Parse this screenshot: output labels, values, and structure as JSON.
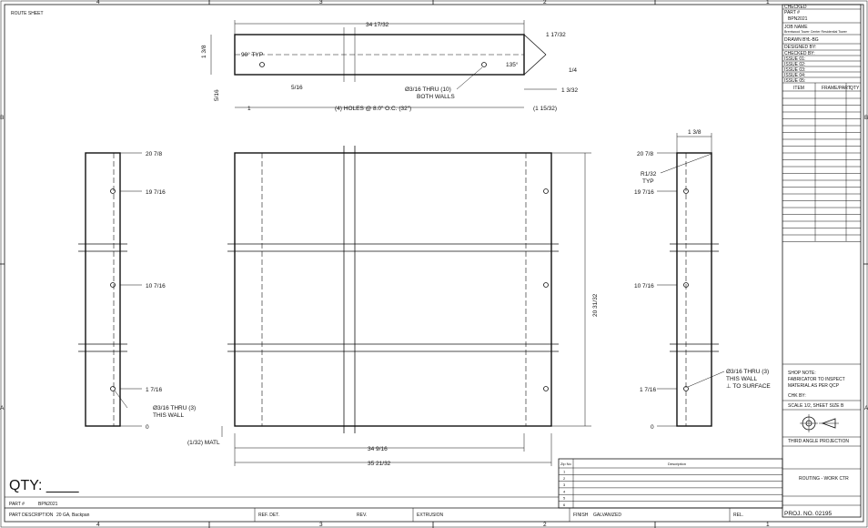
{
  "sheet_title": "ROUTE SHEET",
  "zone_numbers": [
    "4",
    "3",
    "2",
    "1"
  ],
  "zone_letters": [
    "B",
    "A"
  ],
  "top_view": {
    "overall_length": "34 17/32",
    "height": "1 3/8",
    "angle_typ": "90° TYP",
    "angle": "135°",
    "chamfer_a": "1 17/32",
    "chamfer_b": "1/4",
    "right_end": "1 3/32",
    "left_hole_dim": "5/16",
    "offset": "5/16",
    "hole_note_1": "Ø3/16 THRU (10)",
    "hole_note_2": "BOTH WALLS",
    "spacing_start": "1",
    "spacing": "(4) HOLES @ 8.0\" O.C. (32\")",
    "spacing_end": "(1 15/32)"
  },
  "left_view": {
    "dims": [
      "20 7/8",
      "19 7/16",
      "10 7/16",
      "1 7/16",
      "0"
    ],
    "hole_note_1": "Ø3/16 THRU (3)",
    "hole_note_2": "THIS WALL",
    "matl": "(1/32) MATL"
  },
  "front_view": {
    "height": "20 31/32",
    "width_inner": "34 9/16",
    "width_outer": "35 21/32"
  },
  "right_view": {
    "width": "1 3/8",
    "dims": [
      "20 7/8",
      "19 7/16",
      "10 7/16",
      "1 7/16",
      "0"
    ],
    "radius_1": "R1/32",
    "radius_2": "TYP",
    "hole_note_1": "Ø3/16 THRU (3)",
    "hole_note_2": "THIS WALL",
    "hole_note_3": "⊥ TO SURFACE"
  },
  "title_block": {
    "checked": "CHECKED",
    "part_label": "PART #",
    "part_value": "BPN2021",
    "job_name_label": "JOB NAME",
    "job_name_value": "Brentwood Tower Center Residential Tower",
    "drawn_by_label": "DRAWN BY:",
    "drawn_by_value": "L-BG",
    "designed_by": "DESIGNED BY:",
    "checked_by": "CHECKED BY:",
    "issues": [
      "ISSUE 01:",
      "ISSUE 02:",
      "ISSUE 03:",
      "ISSUE 04:",
      "ISSUE 05:"
    ],
    "bom_headers": [
      "ITEM",
      "FRAME/PART",
      "QTY"
    ],
    "shop_note_1": "SHOP NOTE:",
    "shop_note_2": "FABRICATOR TO INSPECT",
    "shop_note_3": "MATERIAL AS PER QCP",
    "chk_by": "CHK BY:",
    "scale": "SCALE 1/2, SHEET SIZE B",
    "projection": "THIRD ANGLE PROJECTION",
    "routing": "ROUTING - WORK CTR",
    "proj_no_label": "PROJ. NO.",
    "proj_no_value": "02195"
  },
  "revision_table": {
    "headers": [
      "Zip No",
      "Description"
    ],
    "rows": [
      "1",
      "2",
      "3",
      "4",
      "5",
      "6"
    ]
  },
  "bottom": {
    "qty_label": "QTY: ____",
    "part_label": "PART #",
    "part_value": "BPN2021",
    "desc_label": "PART DESCRIPTION",
    "desc_value": "20 GA, Backpan",
    "ref_det": "REF. DET.",
    "rev": "REV.",
    "extrusion": "EXTRUSION",
    "finish_label": "FINISH",
    "finish_value": "GALVANIZED",
    "rel": "REL."
  }
}
